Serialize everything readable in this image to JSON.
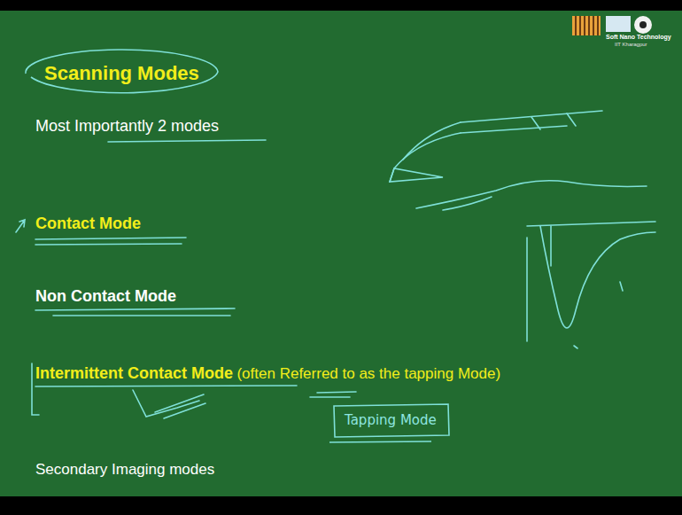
{
  "diagram": {
    "nodes": [
      {
        "text": [
          "Scanning Modes"
        ]
      },
      {
        "text": [
          "Tapping Mode"
        ]
      }
    ],
    "labels": [
      "Most Importantly 2 modes",
      "Contact Mode",
      "Non Contact Mode",
      "Intermittent Contact Mode",
      "(often Referred to as the tapping Mode)",
      "Secondary Imaging modes",
      "Soft Nano Technology",
      "IIT Kharagpur"
    ]
  }
}
